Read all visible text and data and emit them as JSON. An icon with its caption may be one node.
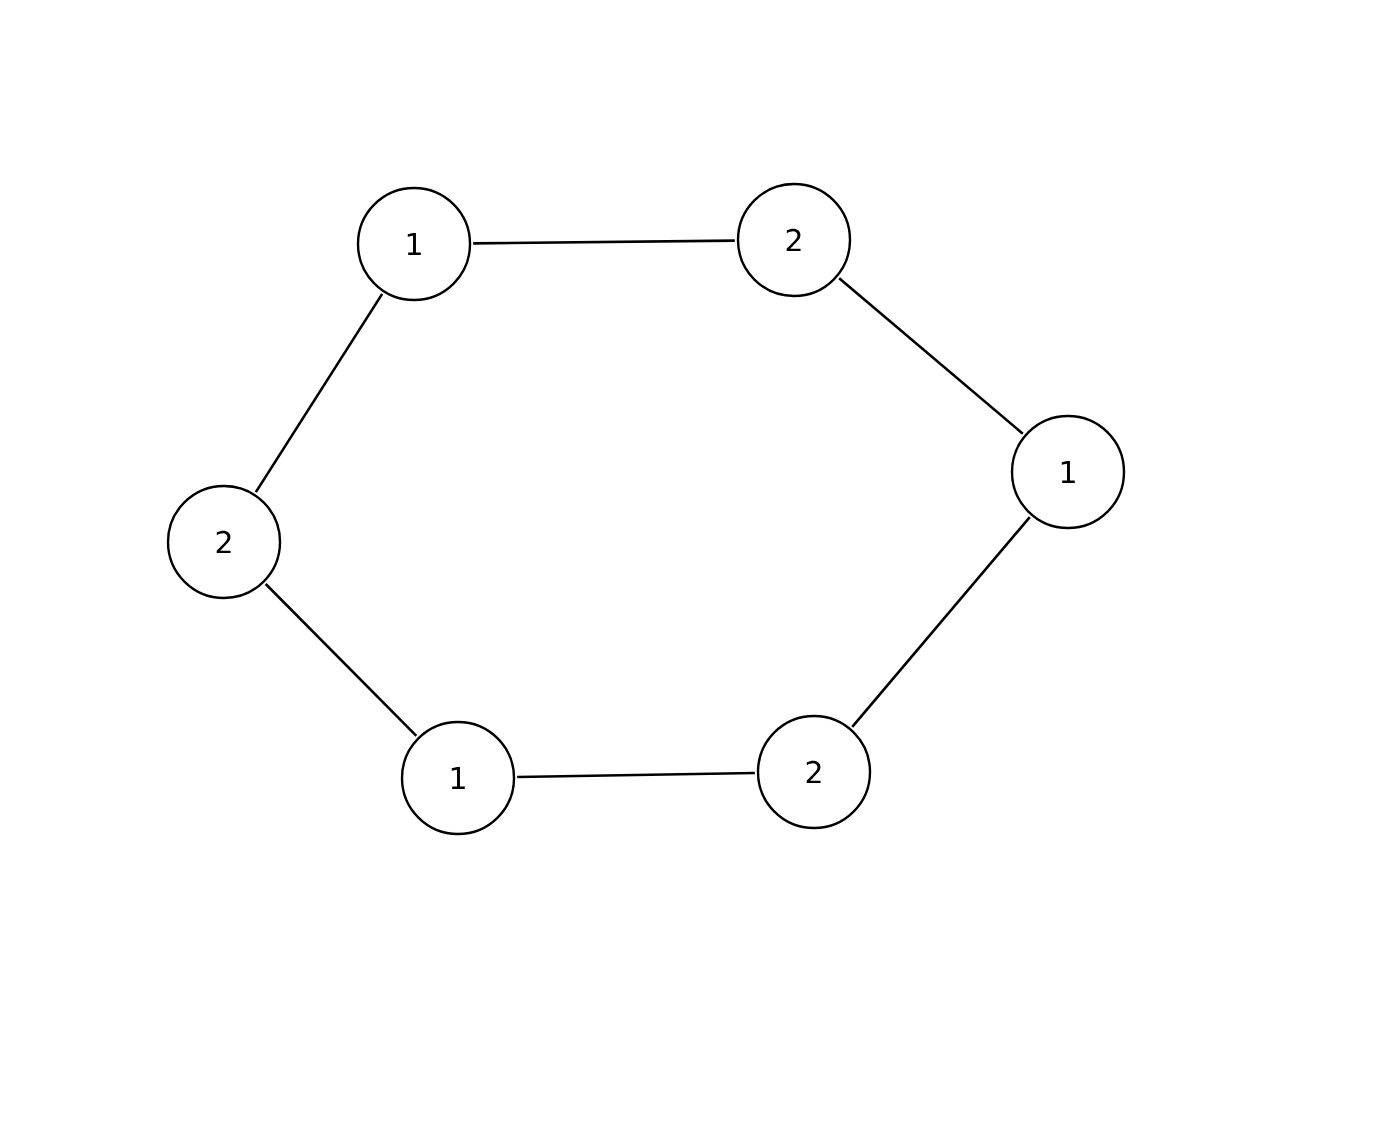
{
  "diagram": {
    "nodes": [
      {
        "text": [
          "1"
        ]
      },
      {
        "text": [
          "2"
        ]
      },
      {
        "text": [
          "1"
        ]
      },
      {
        "text": [
          "2"
        ]
      },
      {
        "text": [
          "1"
        ]
      },
      {
        "text": [
          "2"
        ]
      }
    ],
    "edges": [
      {
        "from": 0,
        "to": 1,
        "arrow": "none"
      },
      {
        "from": 1,
        "to": 2,
        "arrow": "none"
      },
      {
        "from": 2,
        "to": 5,
        "arrow": "none"
      },
      {
        "from": 5,
        "to": 4,
        "arrow": "none"
      },
      {
        "from": 4,
        "to": 3,
        "arrow": "none"
      },
      {
        "from": 3,
        "to": 0,
        "arrow": "none"
      }
    ]
  }
}
